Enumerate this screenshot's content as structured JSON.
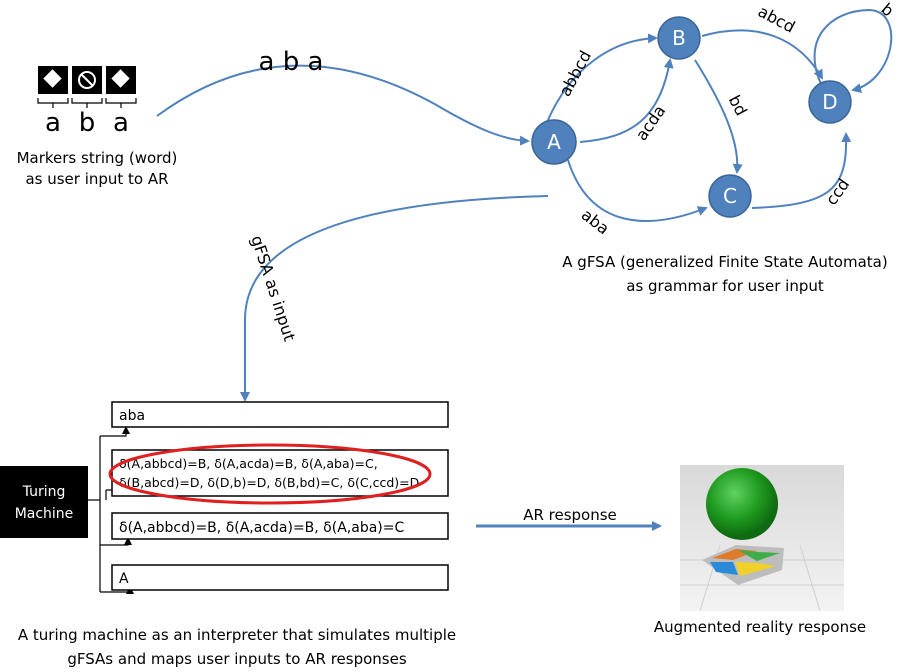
{
  "markers": {
    "letters": [
      "a",
      "b",
      "a"
    ],
    "caption_line1": "Markers string (word)",
    "caption_line2": "as user input to AR",
    "word": "a b a"
  },
  "gfsa": {
    "nodes": {
      "A": "A",
      "B": "B",
      "C": "C",
      "D": "D"
    },
    "edges": {
      "ab": "abbcd",
      "aa": "acda",
      "ac": "aba",
      "bd": "abcd",
      "bc": "bd",
      "cd": "ccd",
      "dd": "b"
    },
    "caption_line1": "A gFSA (generalized Finite State Automata)",
    "caption_line2": "as grammar for user input",
    "input_label": "gFSA as input"
  },
  "turing": {
    "label_line1": "Turing",
    "label_line2": "Machine",
    "tape1": "aba",
    "tape2_line1": "δ(A,abbcd)=B, δ(A,acda)=B, δ(A,aba)=C,",
    "tape2_line2": "δ(B,abcd)=D, δ(D,b)=D, δ(B,bd)=C, δ(C,ccd)=D",
    "tape3": "δ(A,abbcd)=B, δ(A,acda)=B, δ(A,aba)=C",
    "tape4": "A",
    "caption_line1": "A turing machine as an interpreter that simulates multiple",
    "caption_line2": "gFSAs and maps user inputs to AR responses"
  },
  "ar": {
    "arrow_label": "AR response",
    "caption": "Augmented reality response"
  },
  "colors": {
    "node_fill": "#4f81bd",
    "node_stroke": "#3a6595",
    "arrow": "#4f81bd",
    "highlight": "#e02020"
  }
}
